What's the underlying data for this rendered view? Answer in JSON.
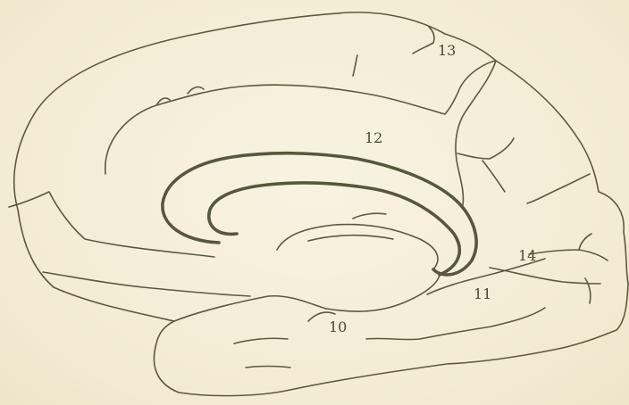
{
  "figure": {
    "labels": {
      "l10": "10",
      "l11": "11",
      "l12": "12",
      "l13": "13",
      "l14": "14"
    },
    "colors": {
      "ink": "#5b5a3c",
      "paper": "#f6f0dc"
    }
  }
}
